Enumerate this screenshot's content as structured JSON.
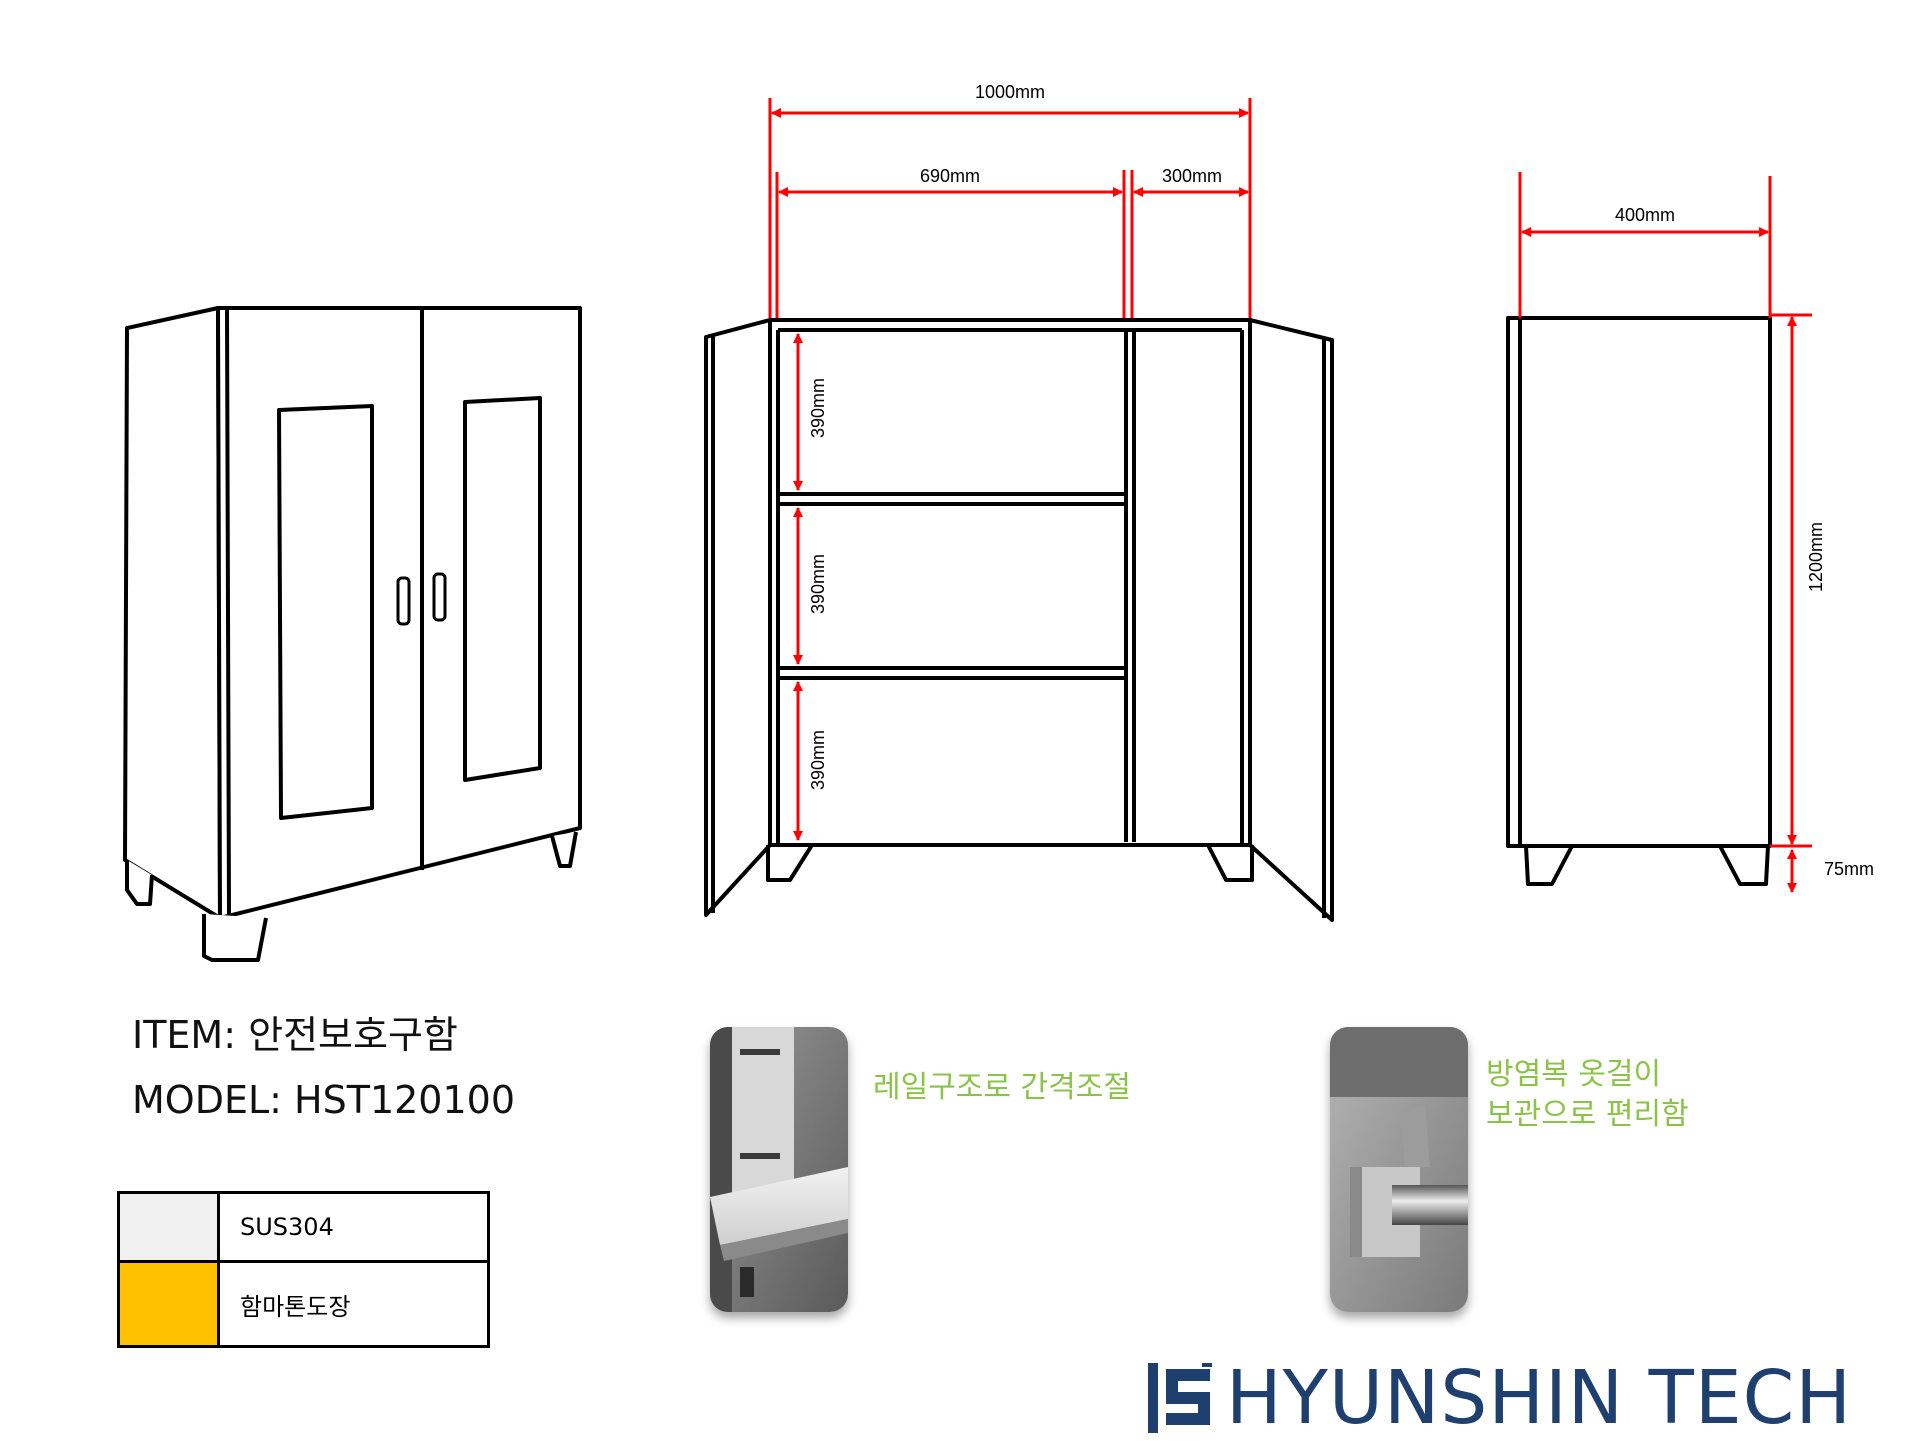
{
  "dimensions": {
    "width_total": "1000mm",
    "width_left": "690mm",
    "width_right": "300mm",
    "depth": "400mm",
    "height": "1200mm",
    "leg_height": "75mm",
    "shelf_1": "390mm",
    "shelf_2": "390mm",
    "shelf_3": "390mm"
  },
  "item": {
    "label": "ITEM:",
    "name": "안전보호구함"
  },
  "model": {
    "label": "MODEL:",
    "code": "HST120100"
  },
  "materials": [
    {
      "name": "SUS304",
      "color": "#f0f0f0"
    },
    {
      "name": "함마톤도장",
      "color": "#ffc000"
    }
  ],
  "features": [
    {
      "text": "레일구조로 간격조절",
      "color": "#8bc34a"
    },
    {
      "line1": "방염복 옷걸이",
      "line2": "보관으로 편리함",
      "color": "#8bc34a"
    }
  ],
  "brand": {
    "name": "HYUNSHIN TECH",
    "color": "#1f3f6f"
  },
  "colors": {
    "dimension_arrow": "#ff0000",
    "outline": "#000000"
  }
}
